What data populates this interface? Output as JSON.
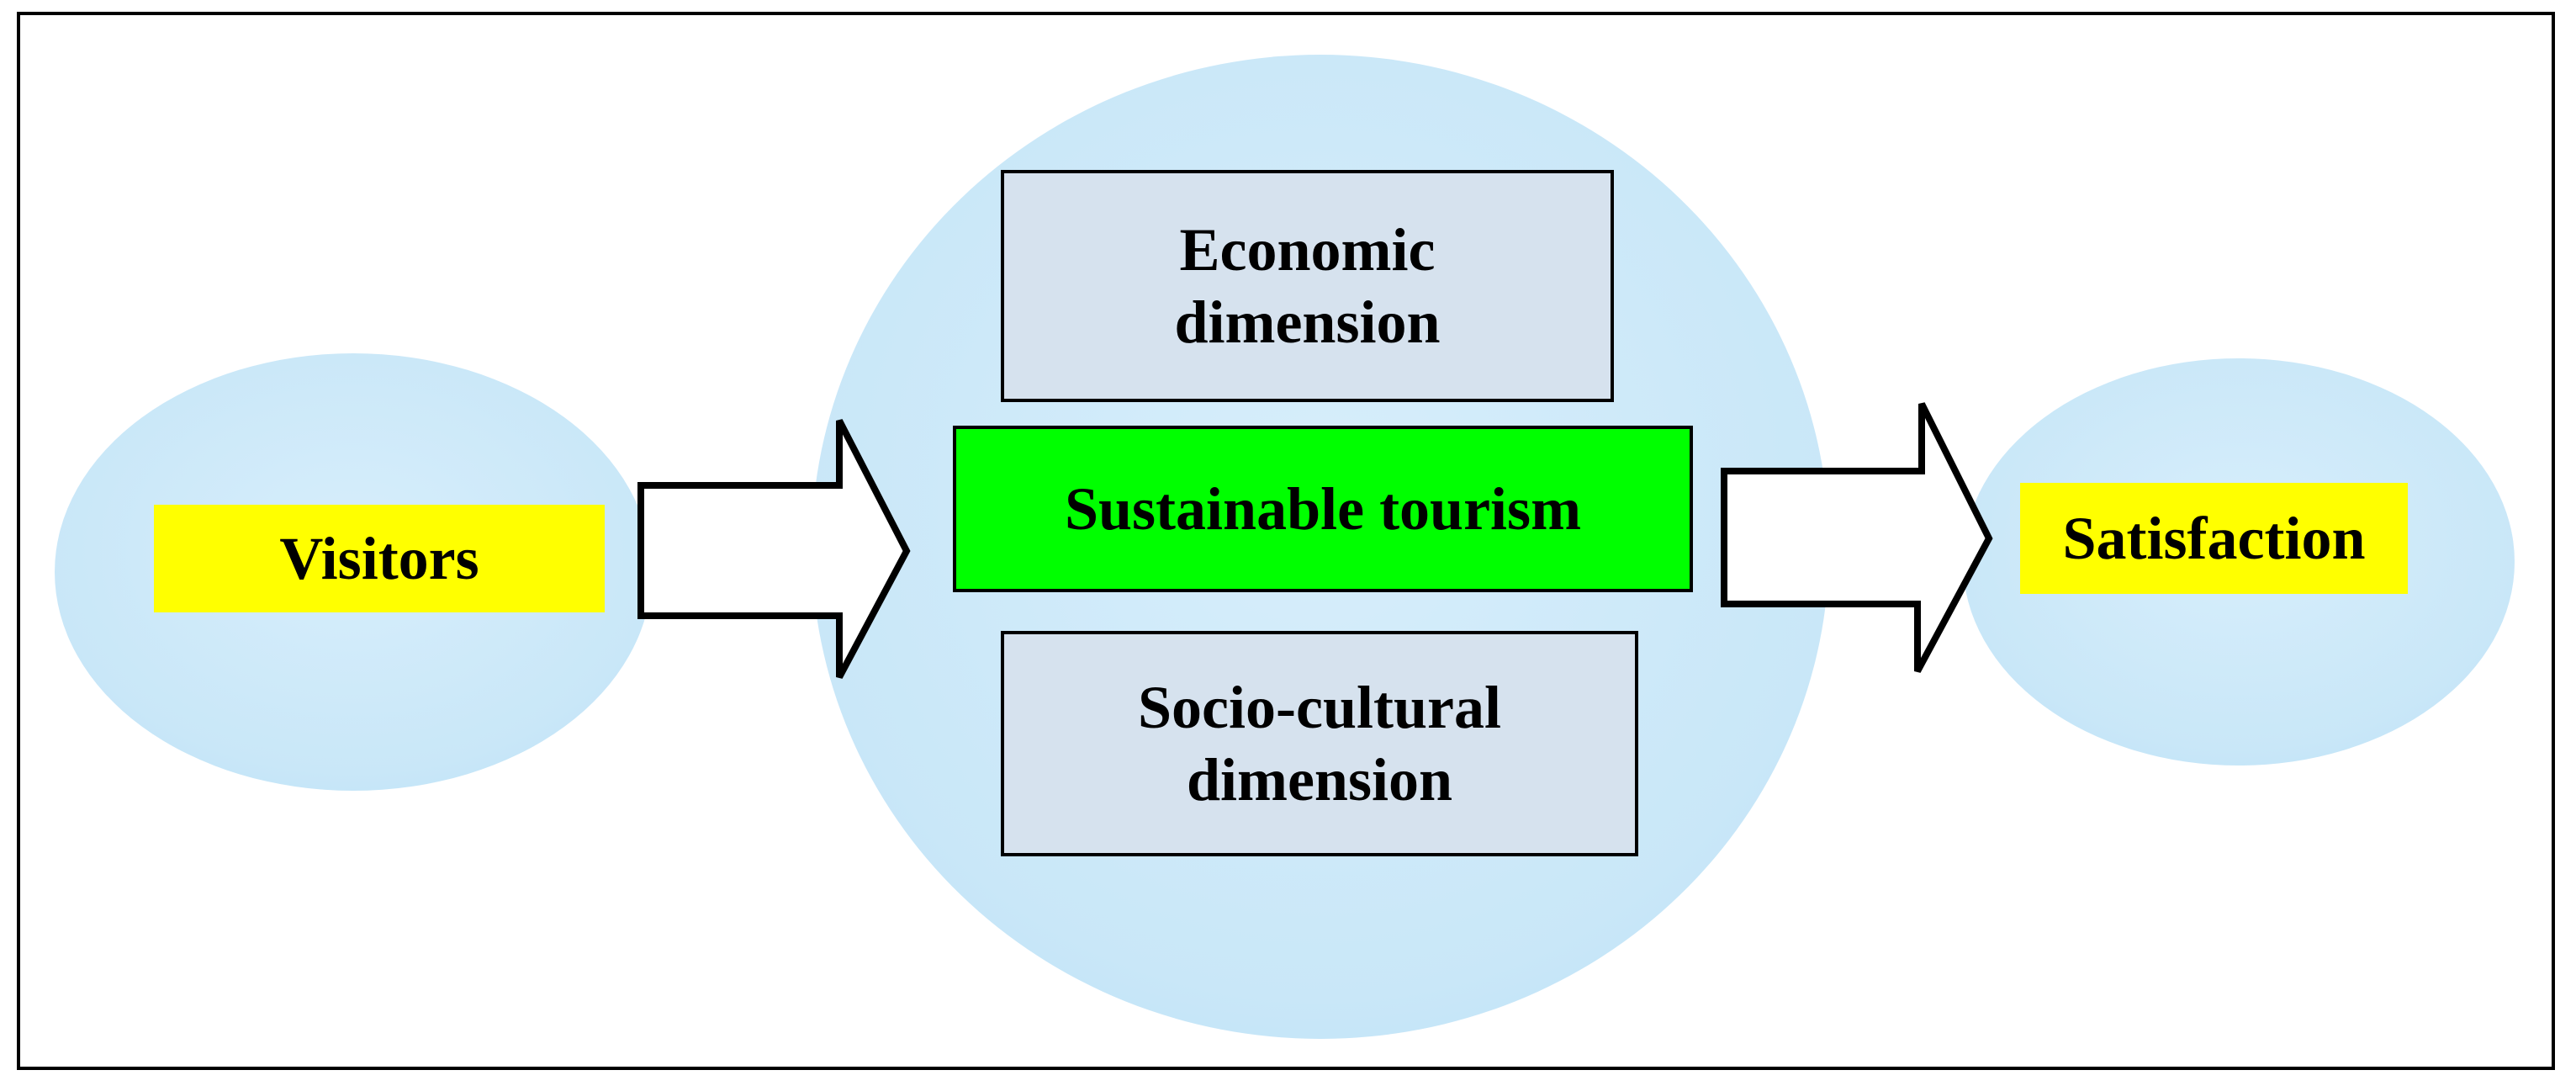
{
  "colors": {
    "bubble_fill": "#cfeafa",
    "visitors_fill": "#ffff00",
    "satisfaction_fill": "#ffff00",
    "core_fill": "#00ff00",
    "dimension_fill": "#d6e2ee",
    "outline": "#000000"
  },
  "nodes": {
    "visitors": "Visitors",
    "core": "Sustainable tourism",
    "economic": "Economic\ndimension",
    "sociocultural": "Socio-cultural\ndimension",
    "satisfaction": "Satisfaction"
  }
}
